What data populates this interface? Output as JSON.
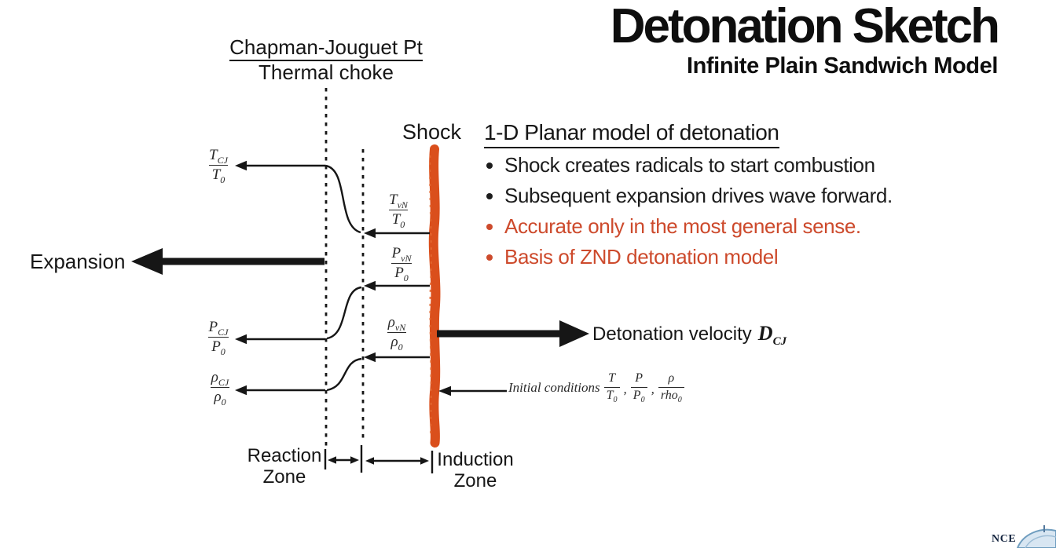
{
  "slide": {
    "title": "Detonation Sketch",
    "subtitle": "Infinite Plain Sandwich Model"
  },
  "notes": {
    "heading": "1-D Planar model of detonation",
    "bullets": [
      {
        "text": "Shock creates radicals to start combustion",
        "color": "#1c1c1c"
      },
      {
        "text": "Subsequent expansion drives wave forward.",
        "color": "#1c1c1c"
      },
      {
        "text": "Accurate only in the most general sense.",
        "color": "#cd4a2c"
      },
      {
        "text": "Basis of ZND detonation model",
        "color": "#cd4a2c"
      }
    ]
  },
  "diagram": {
    "cj_point_label": "Chapman-Jouguet Pt",
    "thermal_choke_label": "Thermal choke",
    "shock_label": "Shock",
    "expansion_label": "Expansion",
    "detonation_velocity": {
      "text": "Detonation velocity",
      "symbol": "D",
      "symbol_sub": "CJ"
    },
    "initial_conditions_label": "Initial conditions",
    "comma": ",",
    "reaction_zone": {
      "line1": "Reaction",
      "line2": "Zone"
    },
    "induction_zone": {
      "line1": "Induction",
      "line2": "Zone"
    },
    "fractions": {
      "t_cj": {
        "num": "T",
        "num_sub": "CJ",
        "den": "T",
        "den_sub": "0"
      },
      "t_vn": {
        "num": "T",
        "num_sub": "vN",
        "den": "T",
        "den_sub": "0"
      },
      "p_vn": {
        "num": "P",
        "num_sub": "vN",
        "den": "P",
        "den_sub": "0"
      },
      "rho_vn": {
        "num": "ρ",
        "num_sub": "vN",
        "den": "ρ",
        "den_sub": "0"
      },
      "p_cj": {
        "num": "P",
        "num_sub": "CJ",
        "den": "P",
        "den_sub": "0"
      },
      "rho_cj": {
        "num": "ρ",
        "num_sub": "CJ",
        "den": "ρ",
        "den_sub": "0"
      },
      "t_0": {
        "num": "T",
        "num_sub": "",
        "den": "T",
        "den_sub": "0"
      },
      "p_0": {
        "num": "P",
        "num_sub": "",
        "den": "P",
        "den_sub": "0"
      },
      "rho_0": {
        "num": "ρ",
        "num_sub": "",
        "den": "rho",
        "den_sub": "0"
      }
    }
  },
  "colors": {
    "shock_line": "#da4f1c",
    "shock_line_edge": "#e46a32",
    "accent_text": "#cd4a2c",
    "ink": "#161616"
  },
  "logo": {
    "text": "NCE"
  }
}
